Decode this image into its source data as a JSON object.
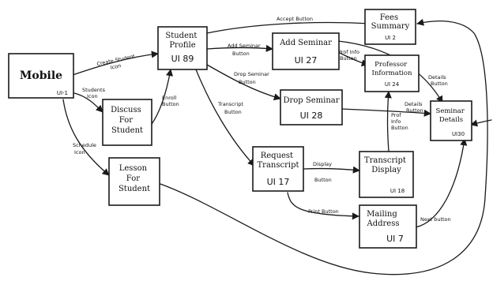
{
  "nodes": {
    "mobile": {
      "title": [
        "Mobile"
      ],
      "id": "UI-1"
    },
    "student_profile": {
      "title": [
        "Student",
        "Profile"
      ],
      "id": "UI 89"
    },
    "fees_summary": {
      "title": [
        "Fees",
        "Summary"
      ],
      "id": "UI 2"
    },
    "add_seminar": {
      "title": [
        "Add Seminar"
      ],
      "id": "UI 27"
    },
    "professor_info": {
      "title": [
        "Professor",
        "Information"
      ],
      "id": "UI 24"
    },
    "discuss_student": {
      "title": [
        "Discuss",
        "For",
        "Student"
      ],
      "id": ""
    },
    "drop_seminar": {
      "title": [
        "Drop Seminar"
      ],
      "id": "UI 28"
    },
    "seminar_details": {
      "title": [
        "Seminar",
        "Details"
      ],
      "id": "UI30"
    },
    "request_transcript": {
      "title": [
        "Request",
        "Transcript"
      ],
      "id": "UI 17"
    },
    "transcript_display": {
      "title": [
        "Transcript",
        "Display"
      ],
      "id": "UI 18"
    },
    "lesson_student": {
      "title": [
        "Lesson",
        "For",
        "Student"
      ],
      "id": ""
    },
    "mailing_address": {
      "title": [
        "Mailing",
        "Address"
      ],
      "id": "UI 7"
    }
  },
  "edges": {
    "create_student": [
      "Create Student",
      "Icon"
    ],
    "students_icon": [
      "Students",
      "Icon"
    ],
    "enroll_button": [
      "Enroll",
      "Button"
    ],
    "schedule_icon": [
      "Schedule",
      "Icon"
    ],
    "accept_button": [
      "Accept Button"
    ],
    "add_seminar_button": [
      "Add Seminar",
      "Button"
    ],
    "drop_seminar_button": [
      "Drop Seminar",
      "Button"
    ],
    "transcript_button": [
      "Transcript",
      "Button"
    ],
    "prof_info_button_1": [
      "Prof Info",
      "Button"
    ],
    "details_button_1": [
      "Details",
      "Button"
    ],
    "details_button_2": [
      "Details",
      "Button"
    ],
    "prof_info_button_2": [
      "Prof",
      "Info",
      "Button"
    ],
    "display_button": [
      "Display",
      "Button"
    ],
    "print_button": [
      "Print Button"
    ],
    "next_button": [
      "Next button"
    ]
  }
}
